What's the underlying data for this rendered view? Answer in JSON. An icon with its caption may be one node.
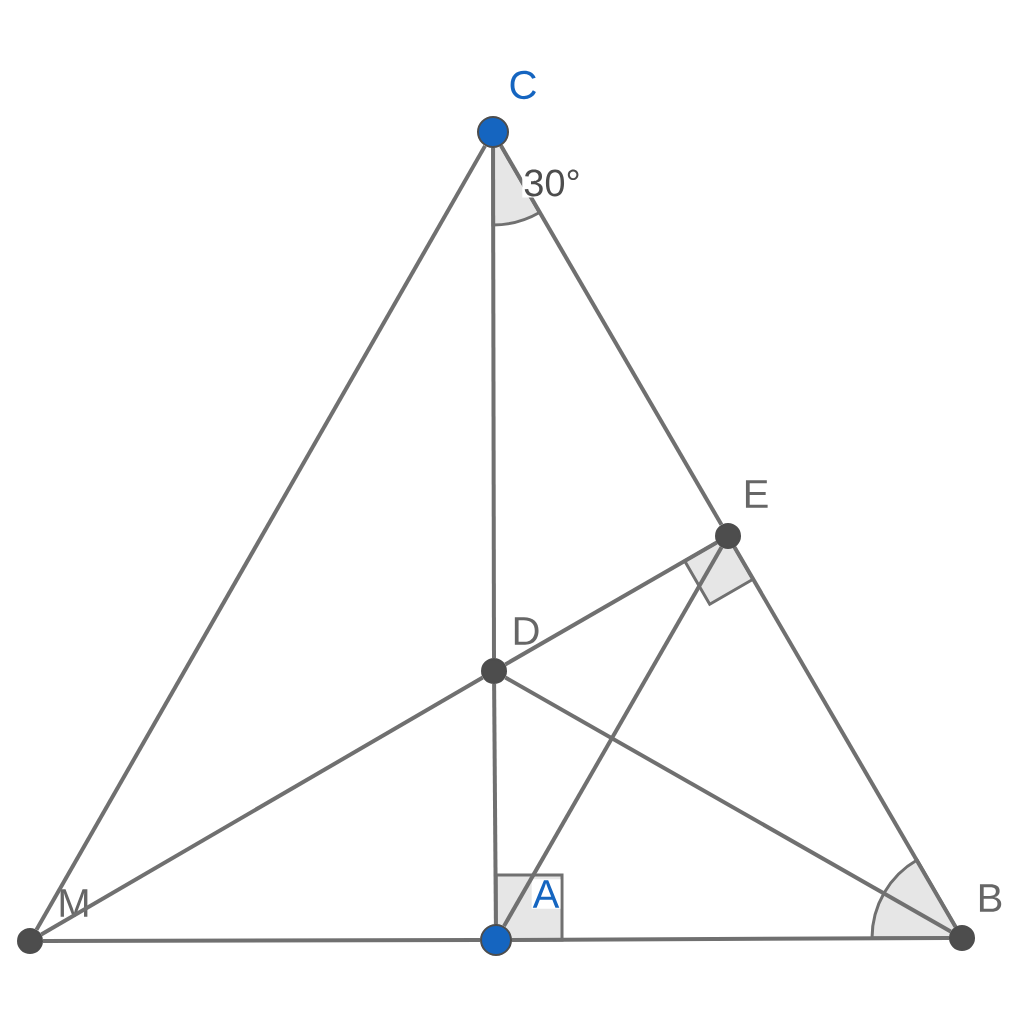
{
  "diagram": {
    "nodes": [
      {
        "text": [
          "C"
        ]
      },
      {
        "text": [
          "E"
        ]
      },
      {
        "text": [
          "D"
        ]
      },
      {
        "text": [
          "M"
        ]
      },
      {
        "text": [
          "A"
        ]
      },
      {
        "text": [
          "B"
        ]
      }
    ],
    "edges": [
      {
        "from": 0,
        "to": 3,
        "arrow": "none"
      },
      {
        "from": 0,
        "to": 2,
        "arrow": "none"
      },
      {
        "from": 2,
        "to": 4,
        "arrow": "none"
      },
      {
        "from": 0,
        "to": 1,
        "arrow": "none"
      },
      {
        "from": 1,
        "to": 5,
        "arrow": "none"
      },
      {
        "from": 3,
        "to": 4,
        "arrow": "none"
      },
      {
        "from": 4,
        "to": 5,
        "arrow": "none"
      },
      {
        "from": 3,
        "to": 2,
        "arrow": "none"
      },
      {
        "from": 2,
        "to": 1,
        "arrow": "none"
      },
      {
        "from": 2,
        "to": 5,
        "arrow": "none"
      },
      {
        "from": 4,
        "to": 1,
        "arrow": "none"
      }
    ],
    "labels": [
      "30°"
    ]
  }
}
